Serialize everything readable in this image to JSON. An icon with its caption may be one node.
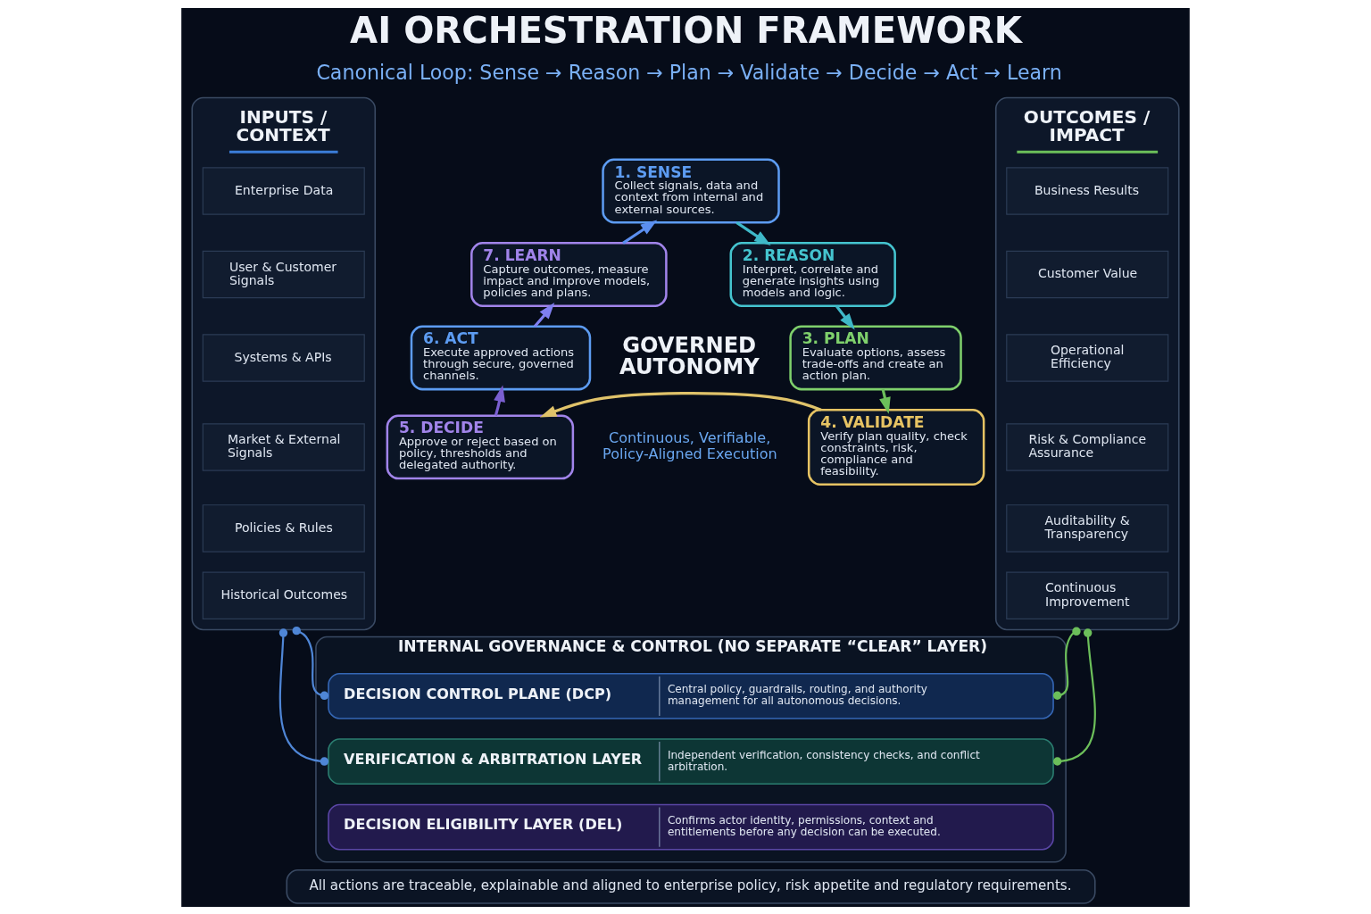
{
  "diagram": {
    "title": "AI ORCHESTRATION FRAMEWORK",
    "nodes": [
      {
        "text": [
          "INPUTS / CONTEXT"
        ]
      },
      {
        "text": [
          "Enterprise Data"
        ],
        "in": 0
      },
      {
        "text": [
          "User & Customer Signals"
        ],
        "in": 0
      },
      {
        "text": [
          "Systems & APIs"
        ],
        "in": 0
      },
      {
        "text": [
          "Market & External Signals"
        ],
        "in": 0
      },
      {
        "text": [
          "Policies & Rules"
        ],
        "in": 0
      },
      {
        "text": [
          "Historical Outcomes"
        ],
        "in": 0
      },
      {
        "text": [
          "1. SENSE",
          "Collect signals, data and context from internal and external sources."
        ]
      },
      {
        "text": [
          "2. REASON",
          "Interpret, correlate and generate insights using models and logic."
        ]
      },
      {
        "text": [
          "3. PLAN",
          "Evaluate options, assess trade-offs and create an action plan."
        ]
      },
      {
        "text": [
          "4. VALIDATE",
          "Verify plan quality, check constraints, risk, compliance and feasibility."
        ]
      },
      {
        "text": [
          "5. DECIDE",
          "Approve or reject based on policy, thresholds and delegated authority."
        ]
      },
      {
        "text": [
          "6. ACT",
          "Execute approved actions through secure, governed channels."
        ]
      },
      {
        "text": [
          "7. LEARN",
          "Capture outcomes, measure impact and improve models, policies and plans."
        ]
      },
      {
        "text": [
          "OUTCOMES / IMPACT"
        ]
      },
      {
        "text": [
          "Business Results"
        ],
        "in": 14
      },
      {
        "text": [
          "Customer Value"
        ],
        "in": 14
      },
      {
        "text": [
          "Operational Efficiency"
        ],
        "in": 14
      },
      {
        "text": [
          "Risk & Compliance Assurance"
        ],
        "in": 14
      },
      {
        "text": [
          "Auditability & Transparency"
        ],
        "in": 14
      },
      {
        "text": [
          "Continuous Improvement"
        ],
        "in": 14
      },
      {
        "text": [
          "INTERNAL GOVERNANCE & CONTROL (NO SEPARATE “CLEAR” LAYER)"
        ]
      },
      {
        "text": [
          "DECISION CONTROL PLANE (DCP)",
          "Central policy, guardrails, routing, and authority management for all autonomous decisions."
        ],
        "in": 21
      },
      {
        "text": [
          "VERIFICATION & ARBITRATION LAYER",
          "Independent verification, consistency checks, and conflict arbitration."
        ],
        "in": 21
      },
      {
        "text": [
          "DECISION ELIGIBILITY LAYER (DEL)",
          "Confirms actor identity, permissions, context and entitlements before any decision can be executed."
        ],
        "in": 21
      },
      {
        "text": [
          "All actions are traceable, explainable and aligned to enterprise policy, risk appetite and regulatory requirements."
        ]
      }
    ],
    "edges": [
      {
        "from": 7,
        "to": 8,
        "arrow": "to",
        "color": "#3fb8c8"
      },
      {
        "from": 8,
        "to": 9,
        "arrow": "to",
        "color": "#3fb8c8"
      },
      {
        "from": 9,
        "to": 10,
        "arrow": "to",
        "color": "#6cbf5a"
      },
      {
        "from": 10,
        "to": 11,
        "arrow": "to",
        "color": "#e0c36a"
      },
      {
        "from": 11,
        "to": 12,
        "arrow": "to",
        "color": "#7a5fd0"
      },
      {
        "from": 12,
        "to": 13,
        "arrow": "to",
        "color": "#7f7ff0"
      },
      {
        "from": 13,
        "to": 7,
        "arrow": "to",
        "color": "#5b8ff0"
      },
      {
        "from": 0,
        "to": 22,
        "arrow": "other",
        "color": "#4f86d6"
      },
      {
        "from": 0,
        "to": 23,
        "arrow": "other",
        "color": "#4f86d6"
      },
      {
        "from": 14,
        "to": 22,
        "arrow": "other",
        "color": "#6cbf5a"
      },
      {
        "from": 14,
        "to": 23,
        "arrow": "other",
        "color": "#6cbf5a"
      }
    ],
    "labels": [
      "Canonical Loop: Sense → Reason → Plan → Validate → Decide → Act → Learn",
      "GOVERNED AUTONOMY",
      "Continuous, Verifiable, Policy-Aligned Execution"
    ]
  }
}
